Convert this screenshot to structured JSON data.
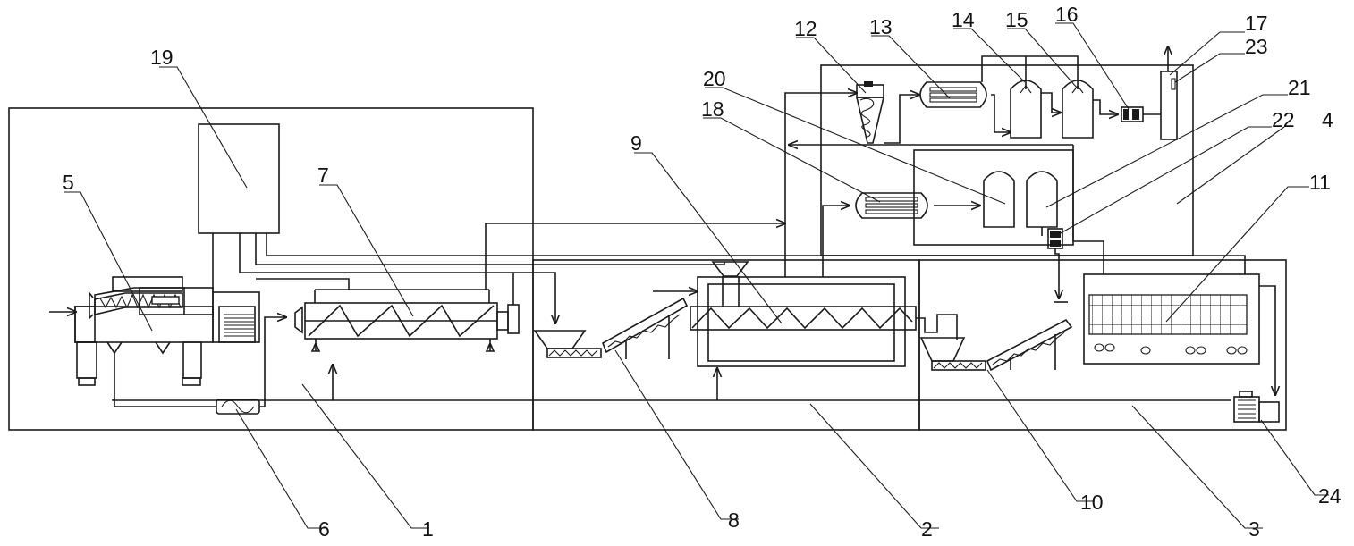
{
  "labels": {
    "l1": "1",
    "l2": "2",
    "l3": "3",
    "l4": "4",
    "l5": "5",
    "l6": "6",
    "l7": "7",
    "l8": "8",
    "l9": "9",
    "l10": "10",
    "l11": "11",
    "l12": "12",
    "l13": "13",
    "l14": "14",
    "l15": "15",
    "l16": "16",
    "l17": "17",
    "l18": "18",
    "l19": "19",
    "l20": "20",
    "l21": "21",
    "l22": "22",
    "l23": "23",
    "l24": "24"
  },
  "colors": {
    "line": "#1a1a1a",
    "background": "#ffffff"
  }
}
